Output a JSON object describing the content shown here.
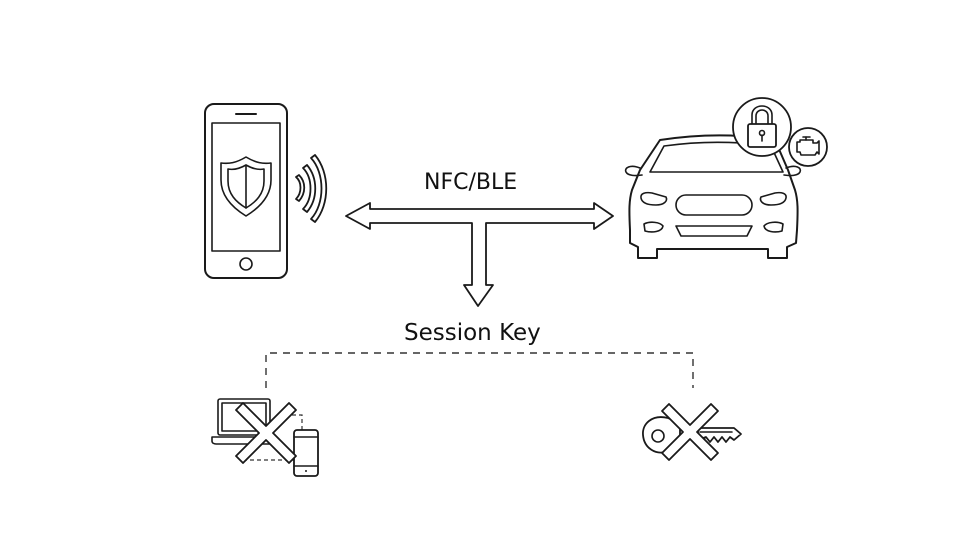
{
  "diagram": {
    "title": "Digital car key flow",
    "connection_label": "NFC/BLE",
    "derived_label": "Session Key",
    "nodes": [
      {
        "id": "phone",
        "icon": "smartphone-shield-icon",
        "description": "Smartphone with security shield emitting wireless signal"
      },
      {
        "id": "car",
        "icon": "car-front-icon",
        "badges": [
          "padlock-icon",
          "engine-icon"
        ]
      },
      {
        "id": "no-cloned-devices",
        "icon": "devices-crossed-icon",
        "description": "Laptop and phone crossed out"
      },
      {
        "id": "no-physical-key",
        "icon": "key-crossed-icon",
        "description": "Physical key crossed out"
      }
    ],
    "edges": [
      {
        "from": "phone",
        "to": "car",
        "style": "double-arrow",
        "label": "NFC/BLE"
      },
      {
        "from": "connection",
        "to": "session-key",
        "style": "down-arrow"
      },
      {
        "from": "session-key",
        "to": [
          "no-cloned-devices",
          "no-physical-key"
        ],
        "style": "dashed"
      }
    ]
  }
}
